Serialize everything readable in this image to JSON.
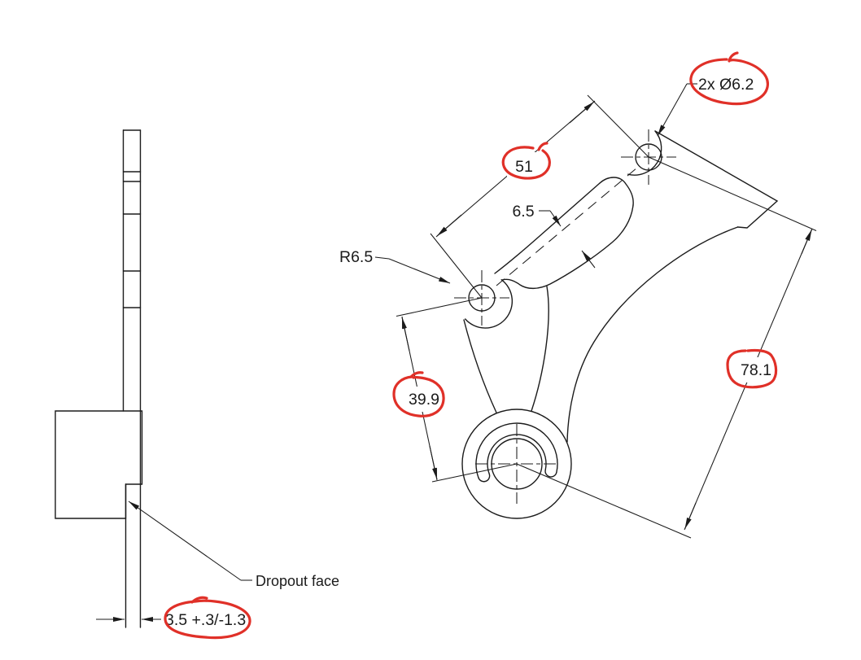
{
  "drawing": {
    "type": "engineering-drawing",
    "part": "bicycle derailleur hanger / dropout bracket",
    "colors": {
      "line": "#1b1b1b",
      "markup_red": "#e03028",
      "background": "#ffffff"
    }
  },
  "front_view": {
    "dimensions": {
      "span": "51",
      "slot_width": "6.5",
      "boss_radius": "R6.5",
      "holes": "2x Ø6.2",
      "lower_span": "39.9",
      "overall_span": "78.1"
    }
  },
  "side_view": {
    "dropout_face_label": "Dropout face",
    "thickness": "3.5 +.3/-1.3"
  },
  "annotations": {
    "color": "#e03028",
    "circled_values": [
      "2x Ø6.2",
      "51",
      "39.9",
      "78.1",
      "3.5 +.3/-1.3"
    ]
  }
}
